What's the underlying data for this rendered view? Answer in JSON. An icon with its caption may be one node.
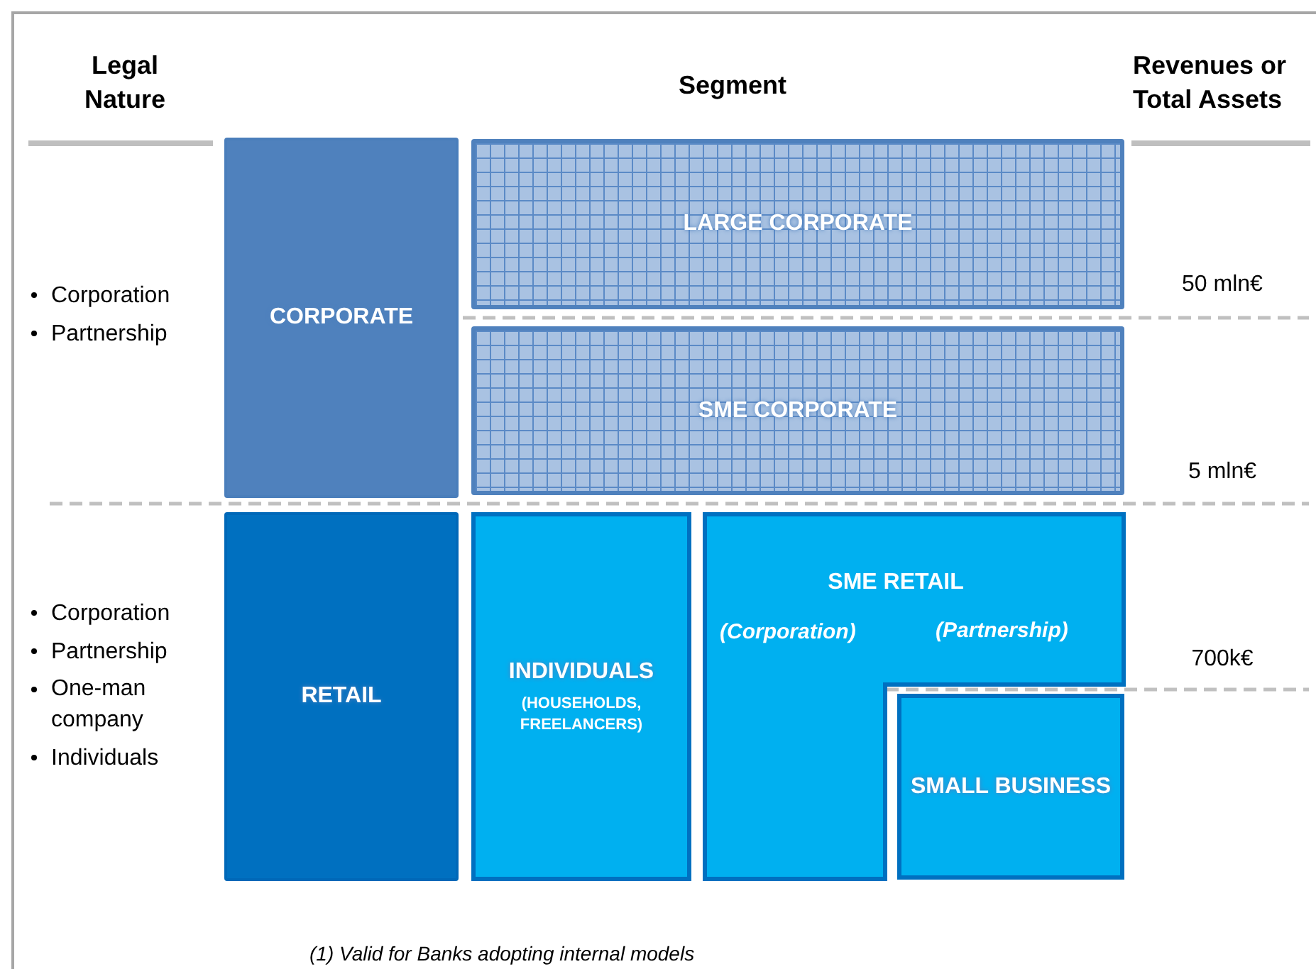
{
  "diagram": {
    "nodes": [
      {
        "text": [
          "CORPORATE"
        ]
      },
      {
        "text": [
          "LARGE CORPORATE"
        ]
      },
      {
        "text": [
          "SME CORPORATE"
        ]
      },
      {
        "text": [
          "RETAIL"
        ]
      },
      {
        "text": [
          "INDIVIDUALS",
          "(HOUSEHOLDS, FREELANCERS)"
        ]
      },
      {
        "text": [
          "SME RETAIL",
          "(Corporation)",
          "(Partnership)"
        ]
      },
      {
        "text": [
          "SMALL BUSINESS"
        ]
      }
    ],
    "edges": [],
    "labels": [
      "Legal Nature",
      "Segment",
      "Revenues or Total Assets",
      "Corporation",
      "Partnership",
      "50 mln€",
      "5 mln€",
      "Corporation",
      "Partnership",
      "700k€",
      "One-man company",
      "Individuals",
      "(1) Valid for Banks adopting internal models"
    ]
  }
}
